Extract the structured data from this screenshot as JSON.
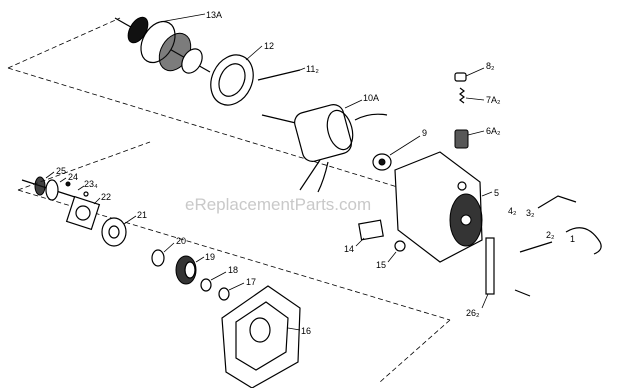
{
  "watermark": "eReplacementParts.com",
  "parts": [
    {
      "id": "armature",
      "label": "13A"
    },
    {
      "id": "end-plate",
      "label": "12"
    },
    {
      "id": "screws-top",
      "label": "11₂"
    },
    {
      "id": "field-coil",
      "label": "10A"
    },
    {
      "id": "bearing",
      "label": "9"
    },
    {
      "id": "brush-cap",
      "label": "8₂"
    },
    {
      "id": "brush-spring",
      "label": "7A₂"
    },
    {
      "id": "brush-holder",
      "label": "6A₂"
    },
    {
      "id": "motor-housing",
      "label": "5"
    },
    {
      "id": "nut",
      "label": "4₂"
    },
    {
      "id": "cord-clamp",
      "label": "3₂"
    },
    {
      "id": "screw-2",
      "label": "2₂"
    },
    {
      "id": "cord",
      "label": "1"
    },
    {
      "id": "bracket",
      "label": "26₂"
    },
    {
      "id": "pinion-shaft",
      "label": "25"
    },
    {
      "id": "pin",
      "label": "24"
    },
    {
      "id": "washer-23",
      "label": "23₄"
    },
    {
      "id": "seal-plate",
      "label": "22"
    },
    {
      "id": "bearing-21",
      "label": "21"
    },
    {
      "id": "retaining-ring",
      "label": "20"
    },
    {
      "id": "gear",
      "label": "19"
    },
    {
      "id": "spacer",
      "label": "18"
    },
    {
      "id": "bushing",
      "label": "17"
    },
    {
      "id": "gear-case",
      "label": "16"
    },
    {
      "id": "bushing-15",
      "label": "15"
    },
    {
      "id": "nameplate",
      "label": "14"
    }
  ]
}
